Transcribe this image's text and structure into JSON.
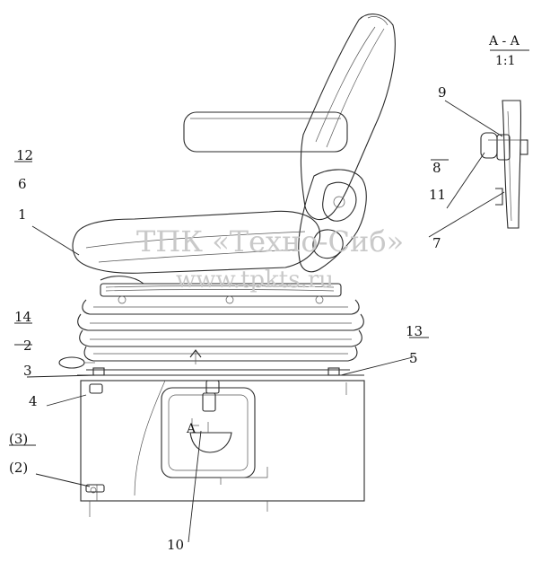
{
  "section": {
    "title": "A - A",
    "scale": "1:1"
  },
  "view_marker": "A",
  "watermark": {
    "company": "ТПК «Техно-Сиб»",
    "url": "www.tpkts.ru"
  },
  "callouts": {
    "c12": "12",
    "c6": "6",
    "c1": "1",
    "c14": "14",
    "c2": "2",
    "c3": "3",
    "c4": "4",
    "p3": "(3)",
    "p2": "(2)",
    "c10": "10",
    "c13": "13",
    "c5": "5",
    "c9": "9",
    "c8": "8",
    "c11": "11",
    "c7": "7"
  }
}
